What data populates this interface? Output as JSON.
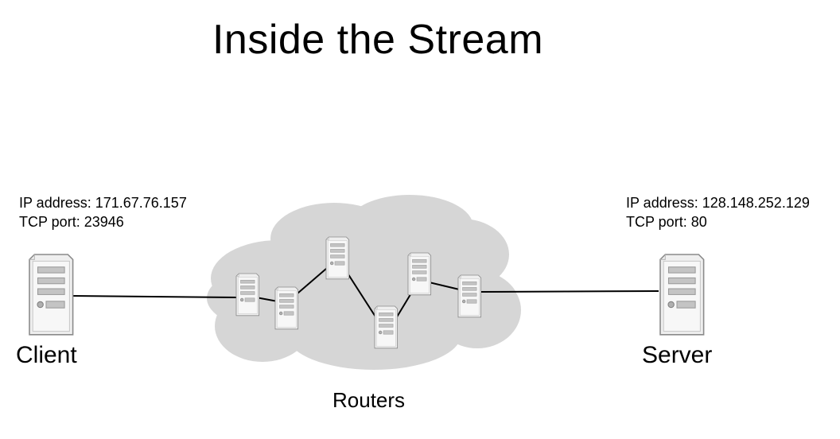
{
  "slide": {
    "title": "Inside the Stream"
  },
  "client": {
    "label": "Client",
    "ip_line": "IP address: 171.67.76.157",
    "port_line": "TCP port: 23946"
  },
  "server": {
    "label": "Server",
    "ip_line": "IP address: 128.148.252.129",
    "port_line": "TCP port: 80"
  },
  "network": {
    "label": "Routers",
    "router_count": 6
  },
  "colors": {
    "cloud": "#d6d6d6",
    "server_body": "#efefef",
    "server_outline": "#8a8a8a",
    "link": "#000000"
  },
  "icons": {
    "endpoint": "server-tower-icon",
    "router": "server-tower-icon"
  }
}
